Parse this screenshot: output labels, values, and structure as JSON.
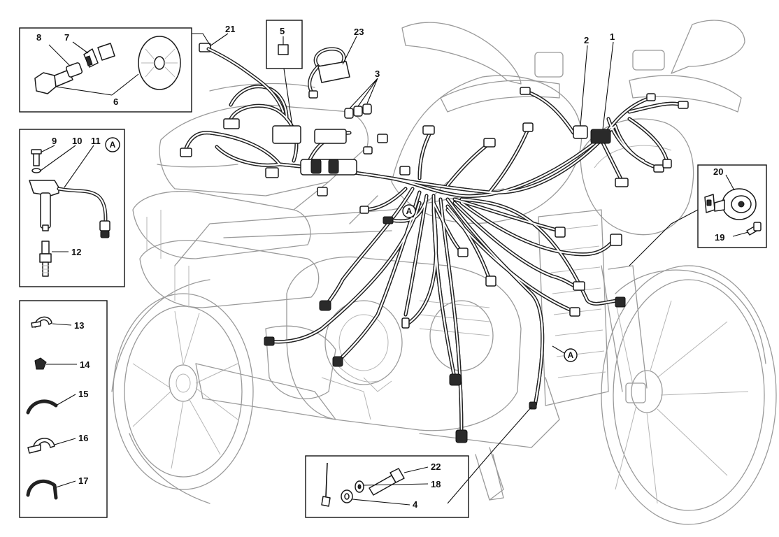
{
  "diagram": {
    "labels": {
      "l1": "1",
      "l2": "2",
      "l3": "3",
      "l4": "4",
      "l5": "5",
      "l6": "6",
      "l7": "7",
      "l8": "8",
      "l9": "9",
      "l10": "10",
      "l11": "11",
      "l12": "12",
      "l13": "13",
      "l14": "14",
      "l15": "15",
      "l16": "16",
      "l17": "17",
      "l18": "18",
      "l19": "19",
      "l20": "20",
      "l21": "21",
      "l22": "22",
      "l23": "23"
    },
    "detail_marker": "A"
  }
}
